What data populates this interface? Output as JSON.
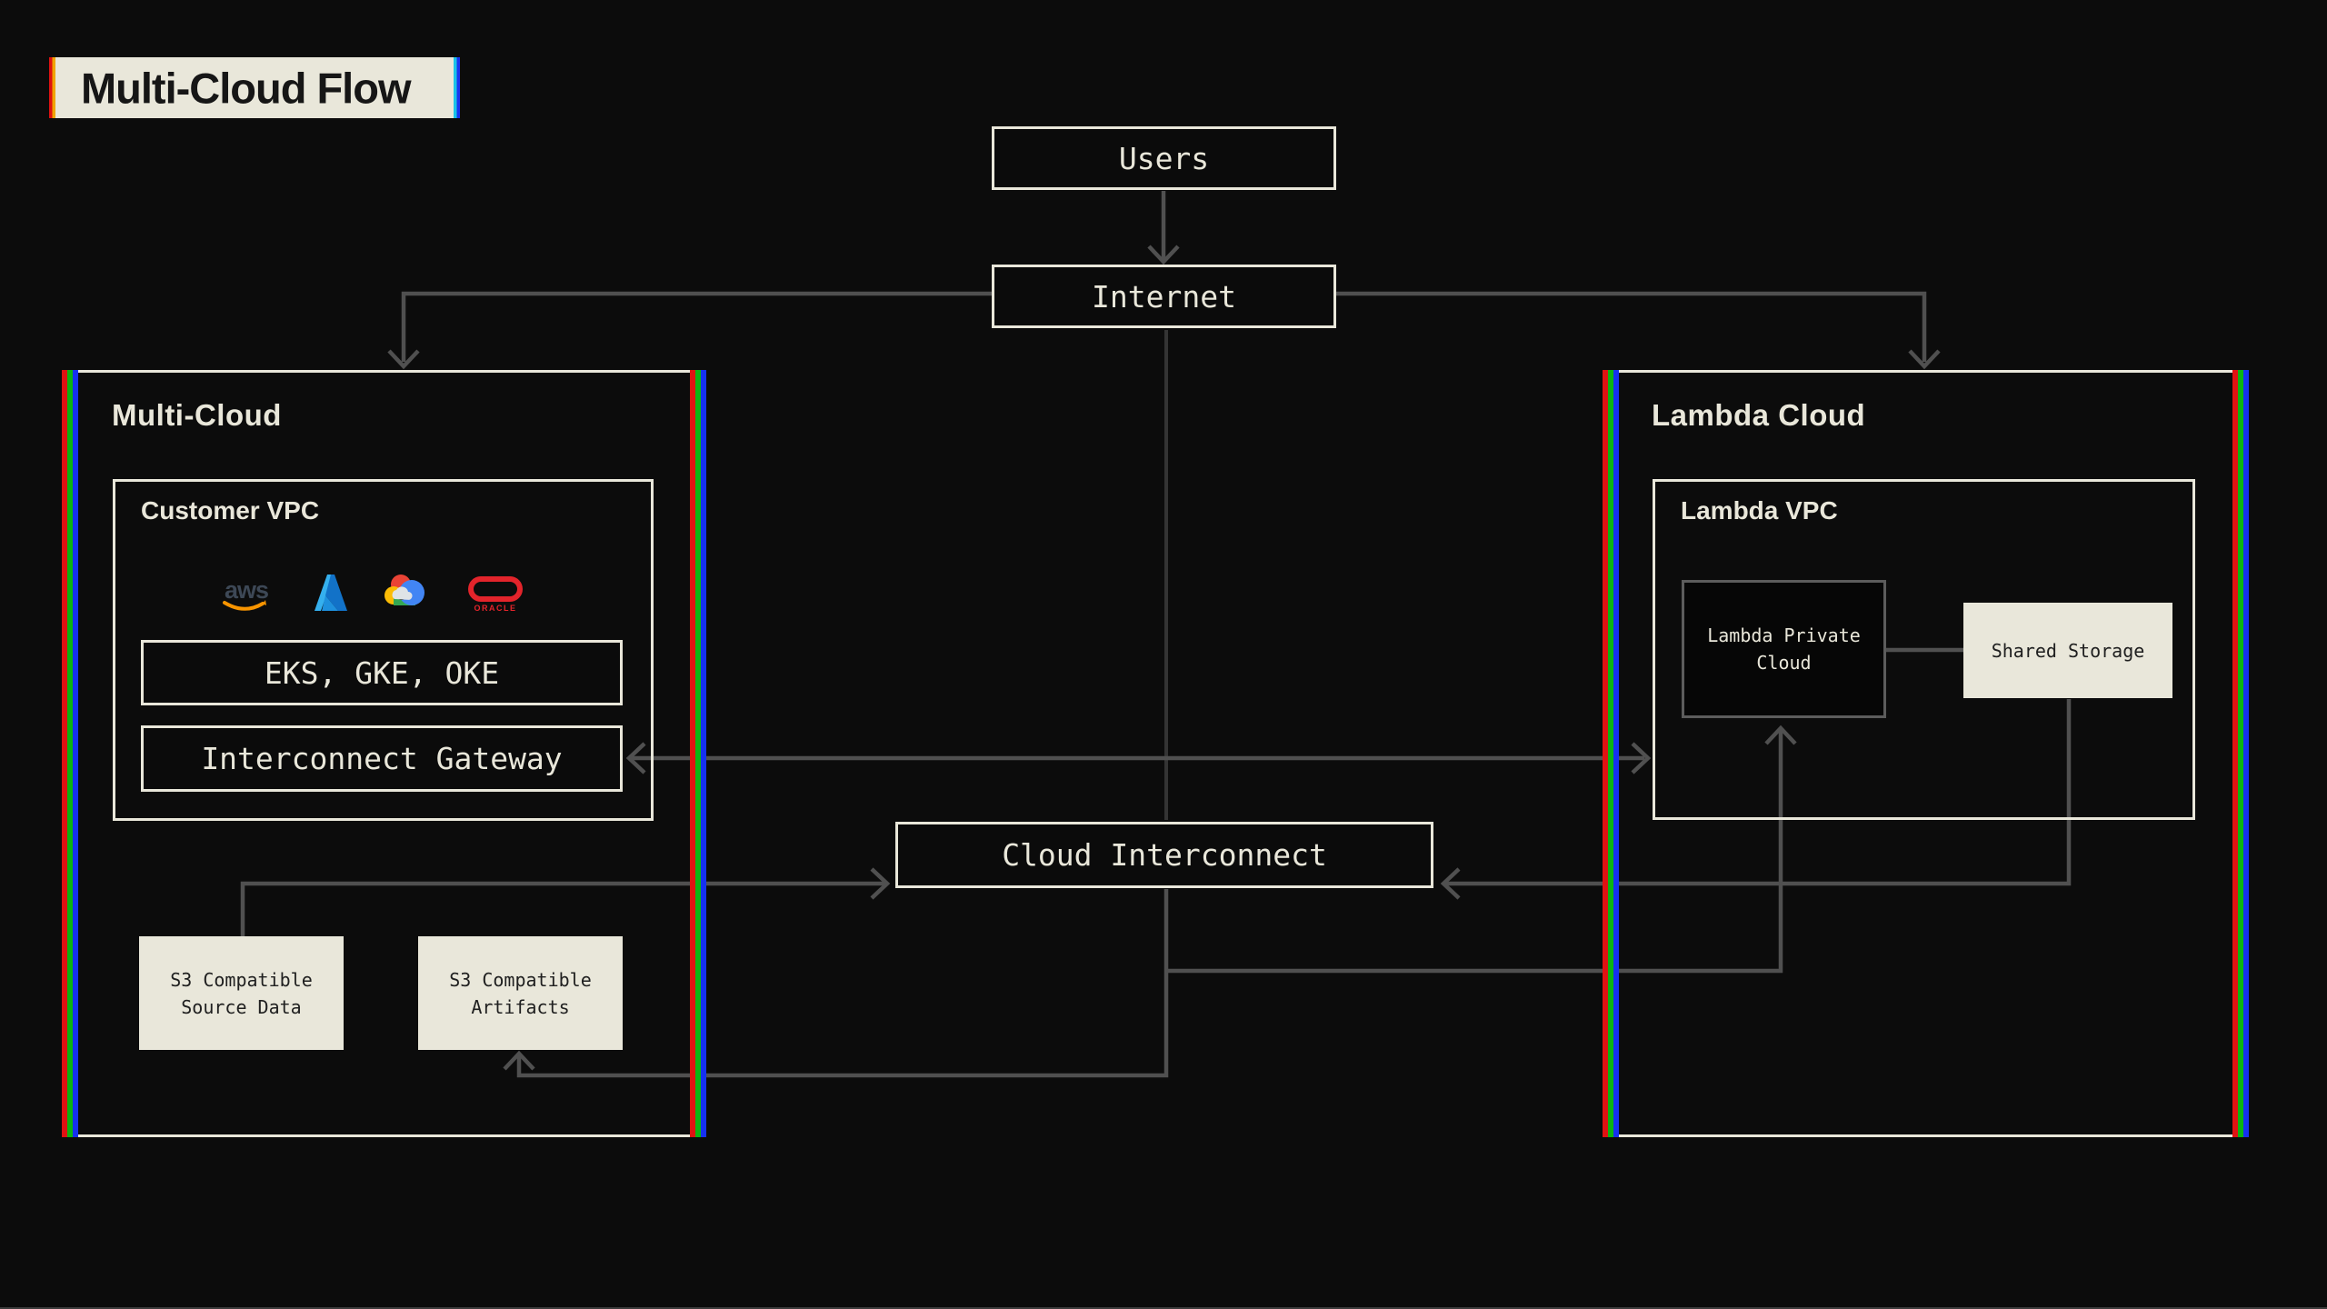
{
  "diagram": {
    "title": "Multi-Cloud Flow",
    "users": "Users",
    "internet": "Internet",
    "cloud_interconnect": "Cloud Interconnect",
    "multi_cloud": {
      "label": "Multi-Cloud",
      "customer_vpc": {
        "label": "Customer VPC",
        "kubernetes_services": "EKS, GKE, OKE",
        "interconnect_gateway": "Interconnect Gateway",
        "providers": {
          "aws_text": "aws",
          "oracle_text": "ORACLE",
          "icons": [
            "aws-logo-icon",
            "azure-logo-icon",
            "google-cloud-logo-icon",
            "oracle-logo-icon"
          ]
        }
      },
      "s3_source": {
        "line1": "S3 Compatible",
        "line2": "Source Data"
      },
      "s3_artifacts": {
        "line1": "S3 Compatible",
        "line2": "Artifacts"
      }
    },
    "lambda_cloud": {
      "label": "Lambda Cloud",
      "lambda_vpc": {
        "label": "Lambda VPC",
        "private_cloud": {
          "line1": "Lambda Private",
          "line2": "Cloud"
        },
        "shared_storage": "Shared Storage"
      }
    },
    "colors": {
      "background": "#0c0c0c",
      "cream": "#e9e7da",
      "ink": "#161616",
      "connector_gray": "#505050",
      "stripe_red": "#e01212",
      "stripe_green": "#0ab512",
      "stripe_blue": "#1531f0",
      "title_fringe_red": "#dd1111",
      "title_fringe_yellow": "#f0a400",
      "title_fringe_cyan": "#19c3e8",
      "title_fringe_blue": "#1734ef",
      "aws_orange": "#f79400",
      "azure_blue": "#2aa5ea",
      "oracle_red": "#e3242b"
    }
  }
}
